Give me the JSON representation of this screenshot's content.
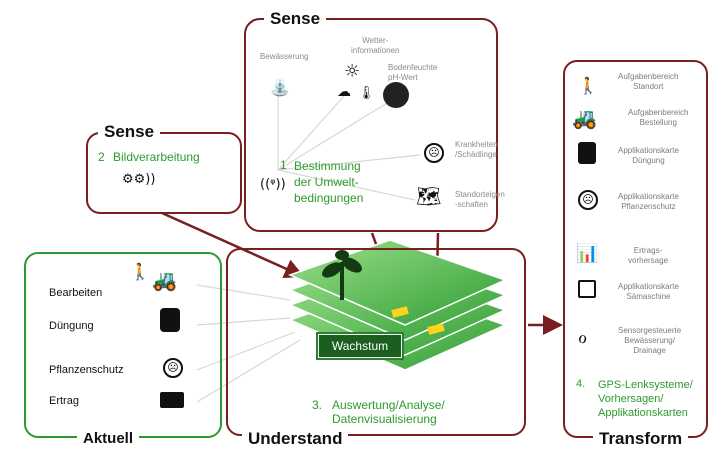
{
  "sense_top": {
    "title": "Sense",
    "labels": {
      "bewaesserung": "Bewässerung",
      "wetter": "Wetter-\ninformationen",
      "bodenfeuchte": "Bodenfeuchte\npH-Wert",
      "krankheiten": "Krankheiten\n/Schädlinge",
      "standort": "Standorteigen\n-schaften"
    },
    "step_number": "1",
    "step_text": "Bestimmung\nder Umwelt-\nbedingungen"
  },
  "sense_left": {
    "title": "Sense",
    "step_number": "2",
    "step_text": "Bildverarbeitung"
  },
  "aktuell": {
    "title": "Aktuell",
    "items": [
      "Bearbeiten",
      "Düngung",
      "Pflanzenschutz",
      "Ertrag"
    ]
  },
  "understand": {
    "title": "Understand",
    "center_label": "Wachstum",
    "step_number": "3.",
    "step_text": "Auswertung/Analyse/\nDatenvisualisierung"
  },
  "transform": {
    "title": "Transform",
    "items": [
      "Aufgabenbereich\nStandort",
      "Aufgabenbereich\nBestellung",
      "Applikationskarte\nDüngung",
      "Applikationskarte\nPflanzenschutz",
      "Ertrags-\nvorhersage",
      "Applikationskarte\nSämaschine",
      "Sensorgesteuerte\nBewässerung/\nDrainage"
    ],
    "step_number": "4.",
    "step_text": "GPS-Lenksysteme/\nVorhersagen/\nApplikationskarten"
  },
  "colors": {
    "dark_red": "#7a1f1f",
    "green": "#2e9a2e",
    "grey": "#8a8a8a"
  }
}
